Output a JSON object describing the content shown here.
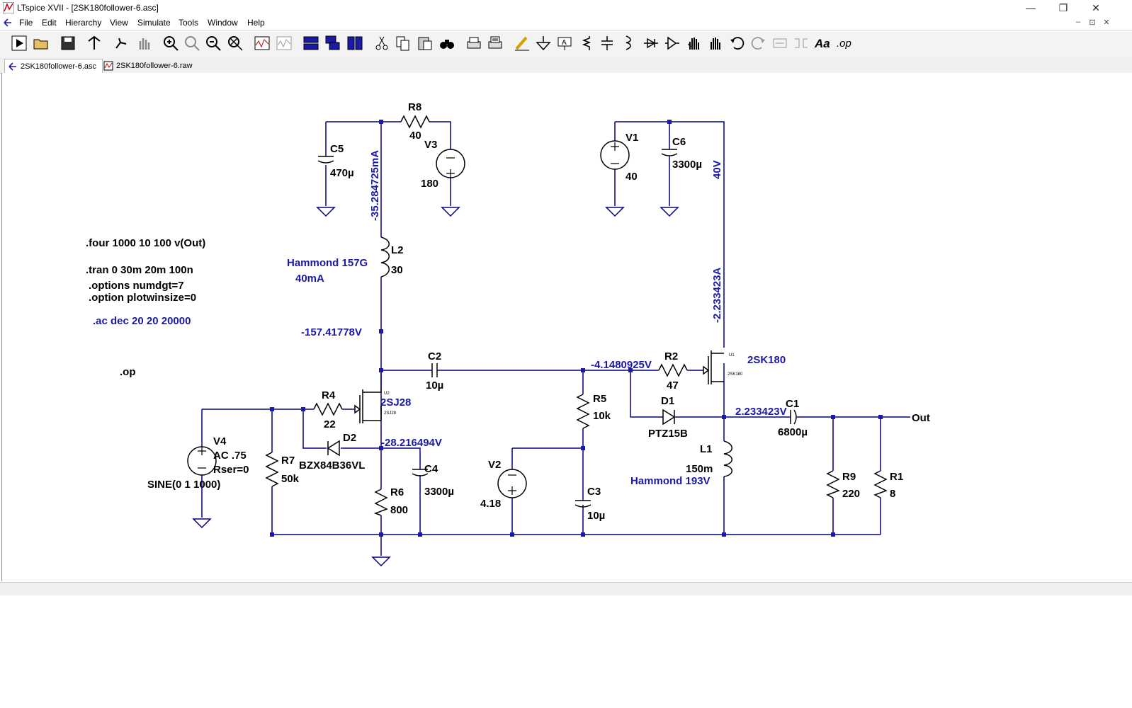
{
  "window": {
    "title": "LTspice XVII - [2SK180follower-6.asc]",
    "minimize": "—",
    "restore": "❐",
    "close": "✕",
    "mdi_minimize": "–",
    "mdi_restore": "⊡",
    "mdi_close": "✕"
  },
  "menu": [
    "File",
    "Edit",
    "Hierarchy",
    "View",
    "Simulate",
    "Tools",
    "Window",
    "Help"
  ],
  "toolbar_icons": [
    "run-icon",
    "open-icon",
    "save-icon",
    "control-panel-icon",
    "run-alt-icon",
    "pan-icon",
    "zoom-in-icon",
    "zoom-area-icon",
    "zoom-out-icon",
    "zoom-fit-icon",
    "waveform-icon",
    "waveform-alt-icon",
    "tile-horizontal-icon",
    "cascade-icon",
    "tile-vertical-icon",
    "cut-icon",
    "copy-icon",
    "paste-icon",
    "find-icon",
    "print-icon",
    "print-setup-icon",
    "draw-wire-icon",
    "ground-icon",
    "label-net-icon",
    "resistor-icon",
    "capacitor-icon",
    "inductor-icon",
    "diode-icon",
    "component-icon",
    "move-icon",
    "drag-icon",
    "undo-icon",
    "redo-icon",
    "rotate-icon",
    "mirror-icon",
    "text-icon",
    "spice-directive-icon"
  ],
  "tabs": [
    {
      "label": "2SK180follower-6.asc",
      "icon": "schematic-icon"
    },
    {
      "label": "2SK180follower-6.raw",
      "icon": "waveform-icon"
    }
  ],
  "toolbar_text": {
    "text_tool": "Aa",
    "op_tool": ".op"
  },
  "schematic": {
    "directives": {
      "four": ".four 1000 10 100 v(Out)",
      "tran": ".tran 0 30m 20m 100n",
      "numdgt": ".options numdgt=7",
      "plotwinsize": ".option plotwinsize=0",
      "ac": ".ac dec 20 20 20000",
      "op": ".op"
    },
    "components": {
      "R8": {
        "name": "R8",
        "value": "40"
      },
      "V3": {
        "name": "V3",
        "value": "180"
      },
      "C5": {
        "name": "C5",
        "value": "470µ"
      },
      "V1": {
        "name": "V1",
        "value": "40"
      },
      "C6": {
        "name": "C6",
        "value": "3300µ"
      },
      "L2": {
        "name": "L2",
        "value": "30",
        "note1": "Hammond 157G",
        "note2": "40mA"
      },
      "C2": {
        "name": "C2",
        "value": "10µ"
      },
      "R2": {
        "name": "R2",
        "value": "47"
      },
      "U1": {
        "name": "2SK180",
        "small": "2SK180",
        "ref": "U1"
      },
      "U2": {
        "name": "2SJ28",
        "small": "2SJ28",
        "ref": "U2"
      },
      "R4": {
        "name": "R4",
        "value": "22"
      },
      "D2": {
        "name": "D2",
        "value": "BZX84B36VL"
      },
      "D1": {
        "name": "D1",
        "value": "PTZ15B"
      },
      "R5": {
        "name": "R5",
        "value": "10k"
      },
      "C1": {
        "name": "C1",
        "value": "6800µ"
      },
      "V4": {
        "name": "V4",
        "ac": "AC .75",
        "rser": "Rser=0",
        "sine": "SINE(0 1 1000)"
      },
      "R7": {
        "name": "R7",
        "value": "50k"
      },
      "C4": {
        "name": "C4",
        "value": "3300µ"
      },
      "R6": {
        "name": "R6",
        "value": "800"
      },
      "V2": {
        "name": "V2",
        "value": "4.18"
      },
      "C3": {
        "name": "C3",
        "value": "10µ"
      },
      "L1": {
        "name": "L1",
        "value": "150m",
        "note": "Hammond 193V"
      },
      "R9": {
        "name": "R9",
        "value": "220"
      },
      "R1": {
        "name": "R1",
        "value": "8"
      }
    },
    "op_labels": {
      "l2_current": "-35.284725mA",
      "v1_voltage": "40V",
      "u1_current": "-2.233423A",
      "node_u2_drain": "-157.41778V",
      "node_r2": "-4.1480925V",
      "node_out_dc": "2.233423V",
      "node_u2_source": "-28.216494V"
    },
    "out_label": "Out",
    "colors": {
      "wire": "#000080",
      "annotation": "#1a1aa6",
      "text": "#000000"
    }
  }
}
